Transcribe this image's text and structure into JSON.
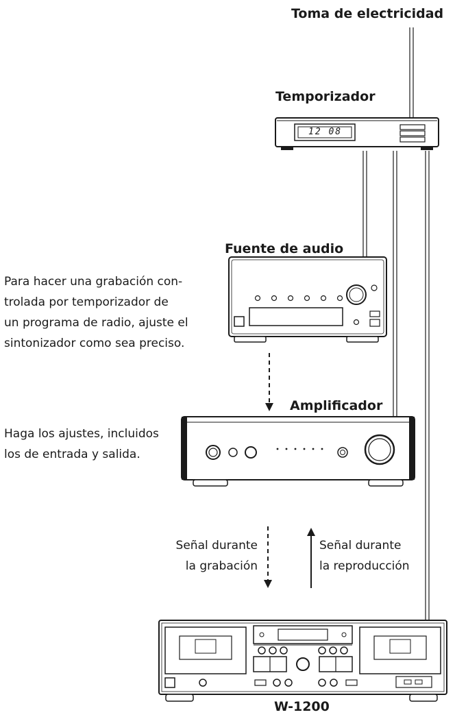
{
  "labels": {
    "outlet": "Toma de electricidad",
    "timer": "Temporizador",
    "timer_display": "12 08",
    "source": "Fuente de audio",
    "amplifier": "Amplificador",
    "deck": "W-1200"
  },
  "notes": {
    "source_note": [
      "Para hacer una grabación con-",
      "trolada por temporizador de",
      "un programa de radio, ajuste el",
      "sintonizador como sea preciso."
    ],
    "amp_note": [
      "Haga los ajustes, incluidos",
      "los de entrada y salida."
    ]
  },
  "signals": {
    "recording": [
      "Señal durante",
      "la grabación"
    ],
    "playback": [
      "Señal durante",
      "la reproducción"
    ]
  }
}
